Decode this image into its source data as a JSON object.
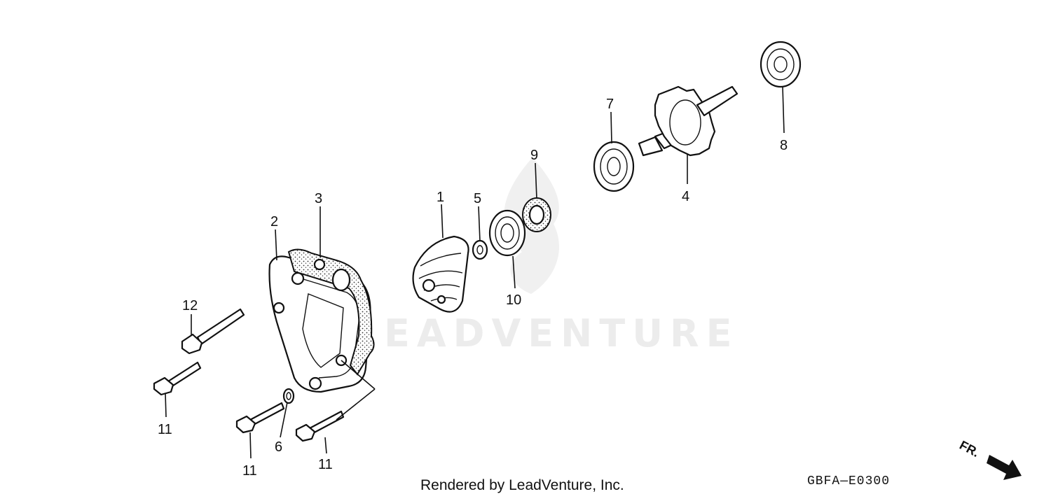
{
  "callouts": {
    "c1": "1",
    "c2": "2",
    "c3": "3",
    "c4": "4",
    "c5": "5",
    "c6": "6",
    "c7": "7",
    "c8": "8",
    "c9": "9",
    "c10": "10",
    "c11a": "11",
    "c11b": "11",
    "c11c": "11",
    "c12": "12"
  },
  "watermark": "EADVENTURE",
  "direction_label": "FR.",
  "footer": "Rendered by LeadVenture, Inc.",
  "diagram_code": "GBFA—E0300",
  "icons": {
    "direction": "front-arrow-icon",
    "watermark": "leadventure-flame-icon"
  }
}
